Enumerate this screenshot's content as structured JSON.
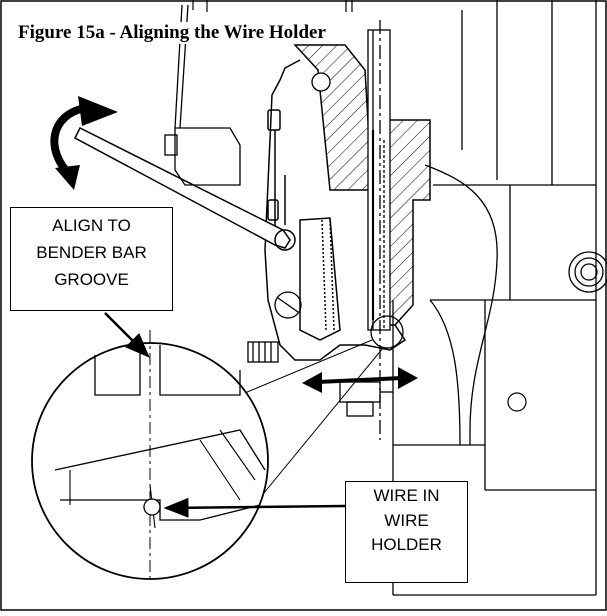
{
  "figure": {
    "title": "Figure 15a - Aligning the Wire Holder"
  },
  "callouts": {
    "align": {
      "line1": "ALIGN TO",
      "line2": "BENDER BAR",
      "line3": "GROOVE"
    },
    "wire": {
      "line1": "WIRE IN",
      "line2": "WIRE",
      "line3": "HOLDER"
    }
  },
  "colors": {
    "line": "#000000",
    "background": "#ffffff"
  }
}
